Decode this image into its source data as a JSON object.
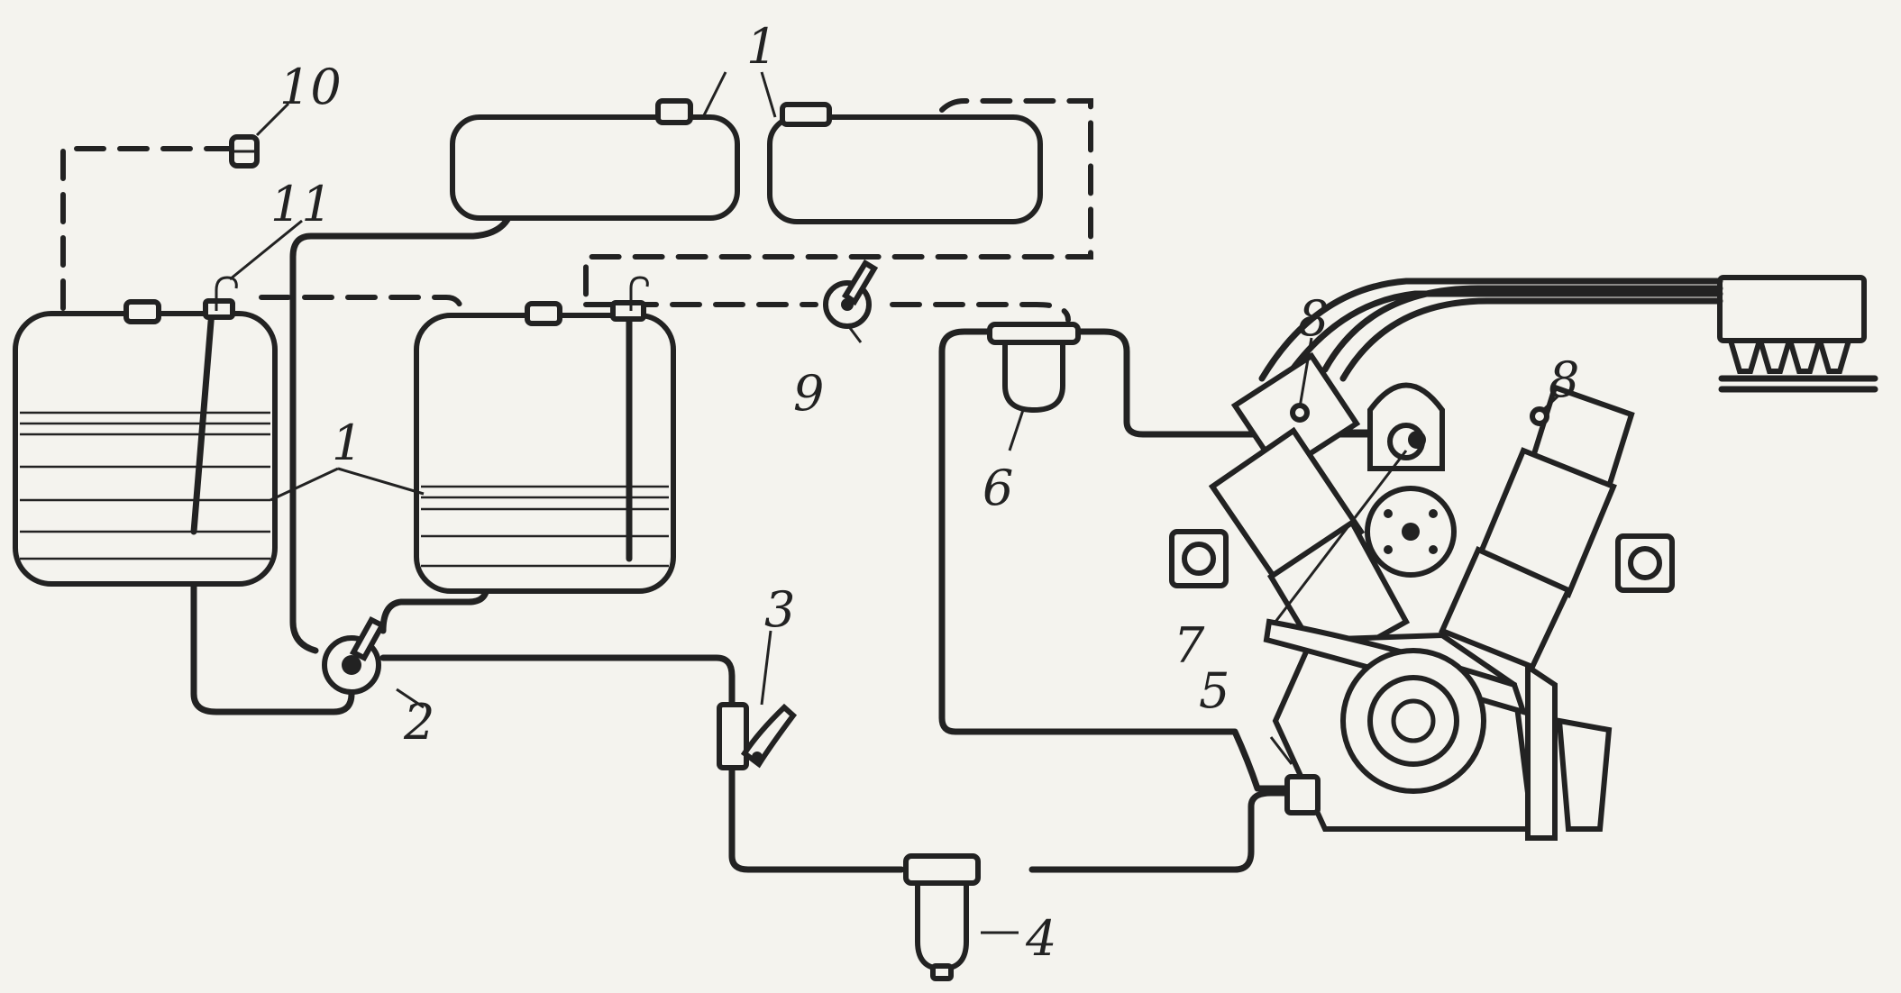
{
  "diagram": {
    "labels": {
      "n1_top": "1",
      "n1_mid": "1",
      "n2": "2",
      "n3": "3",
      "n4": "4",
      "n5": "5",
      "n6": "6",
      "n7": "7",
      "n8_left": "8",
      "n8_right": "8",
      "n9": "9",
      "n10": "10",
      "n11": "11"
    }
  }
}
